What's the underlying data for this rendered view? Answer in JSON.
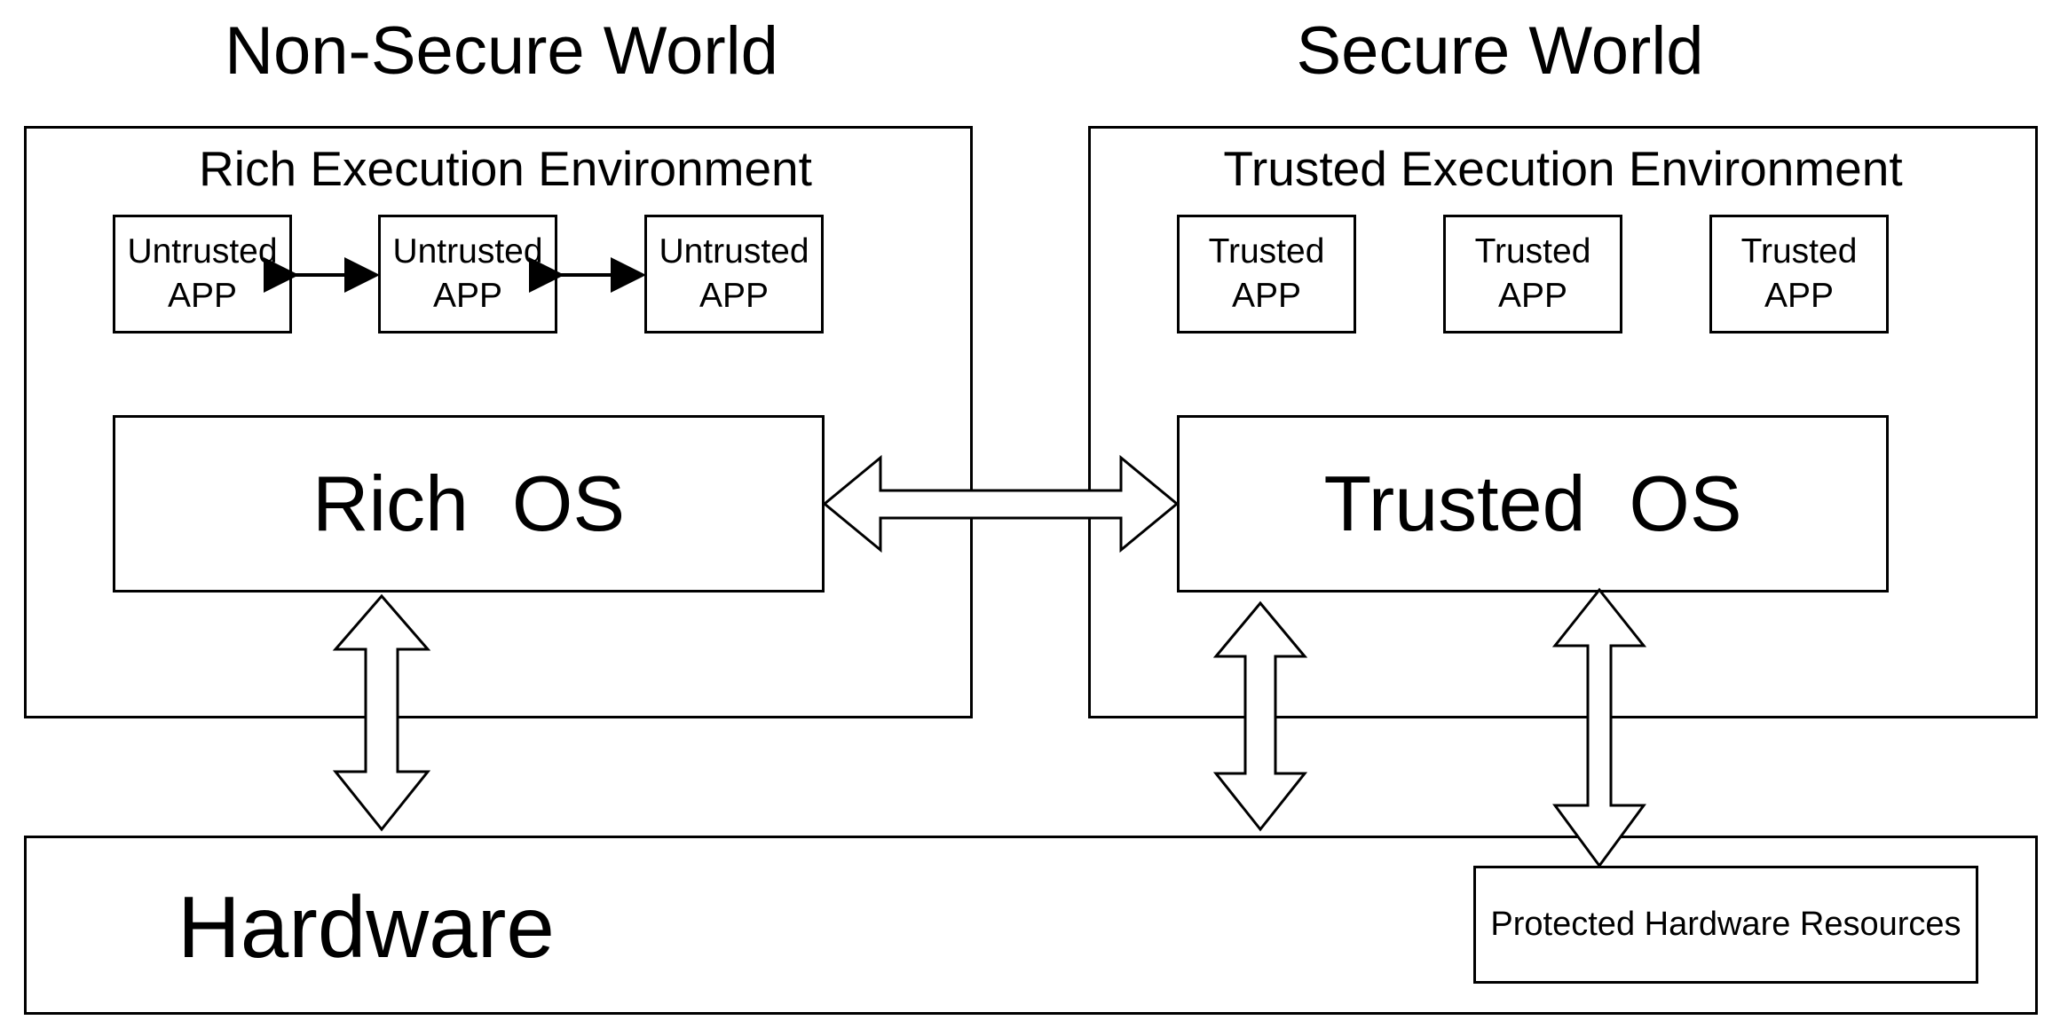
{
  "worlds": {
    "non_secure": {
      "title": "Non-Secure World",
      "environment": "Rich Execution Environment",
      "apps": [
        {
          "line1": "Untrusted",
          "line2": "APP"
        },
        {
          "line1": "Untrusted",
          "line2": "APP"
        },
        {
          "line1": "Untrusted",
          "line2": "APP"
        }
      ],
      "os": "Rich  OS"
    },
    "secure": {
      "title": "Secure World",
      "environment": "Trusted Execution Environment",
      "apps": [
        {
          "line1": "Trusted",
          "line2": "APP"
        },
        {
          "line1": "Trusted",
          "line2": "APP"
        },
        {
          "line1": "Trusted",
          "line2": "APP"
        }
      ],
      "os": "Trusted  OS"
    }
  },
  "hardware": {
    "label": "Hardware",
    "protected": "Protected Hardware Resources"
  },
  "colors": {
    "stroke": "#000000",
    "background": "#ffffff"
  }
}
